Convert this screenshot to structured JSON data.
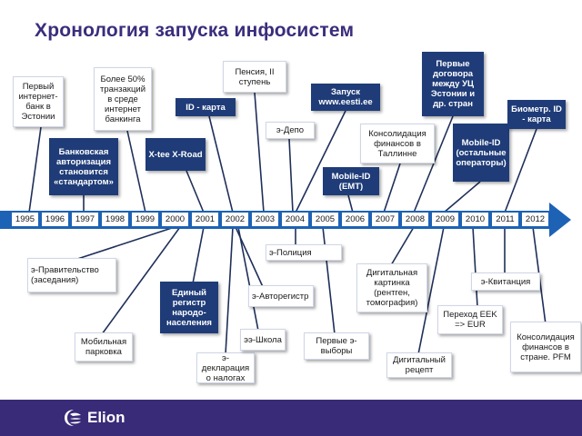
{
  "title": "Хронология запуска инфосистем",
  "years": [
    "1995",
    "1996",
    "1997",
    "1998",
    "1999",
    "2000",
    "2001",
    "2002",
    "2003",
    "2004",
    "2005",
    "2006",
    "2007",
    "2008",
    "2009",
    "2010",
    "2011",
    "2012"
  ],
  "events_above": [
    {
      "text": "Первый интернет-банк в Эстонии"
    },
    {
      "text": "Банковская авторизация становится «стандартом»"
    },
    {
      "text": "Более 50% транзакций в среде интернет банкинга"
    },
    {
      "text": "X-tee X-Road"
    },
    {
      "text": "ID - карта"
    },
    {
      "text": "Пенсия, II ступень"
    },
    {
      "text": "э-Депо"
    },
    {
      "text": "Запуск www.eesti.ee"
    },
    {
      "text": "Mobile-ID (EMT)"
    },
    {
      "text": "Консолидация финансов в Таллинне"
    },
    {
      "text": "Первые договора между УЦ Эстонии и др. стран"
    },
    {
      "text": "Mobile-ID (остальные операторы)"
    },
    {
      "text": "Биометр. ID - карта"
    }
  ],
  "events_below": [
    {
      "text": "э-Правительство (заседания)"
    },
    {
      "text": "Мобильная парковка"
    },
    {
      "text": "Единый регистр народо-населения"
    },
    {
      "text": "э-декларация о налогах"
    },
    {
      "text": "э-Авторегистр"
    },
    {
      "text": "ээ-Школа"
    },
    {
      "text": "э-Полиция"
    },
    {
      "text": "Первые э-выборы"
    },
    {
      "text": "Дигитальная картинка (рентген, томография)"
    },
    {
      "text": "Дигитальный рецепт"
    },
    {
      "text": "Переход EEK => EUR"
    },
    {
      "text": "э-Квитанция"
    },
    {
      "text": "Консолидация финансов в стране. PFM"
    }
  ],
  "logo": {
    "text": "Elion"
  },
  "colors": {
    "title": "#3b2d7c",
    "timeline": "#1d62b5",
    "dark_box": "#1f3c78",
    "footer": "#3a2b78",
    "connector": "#1f2f5a"
  }
}
